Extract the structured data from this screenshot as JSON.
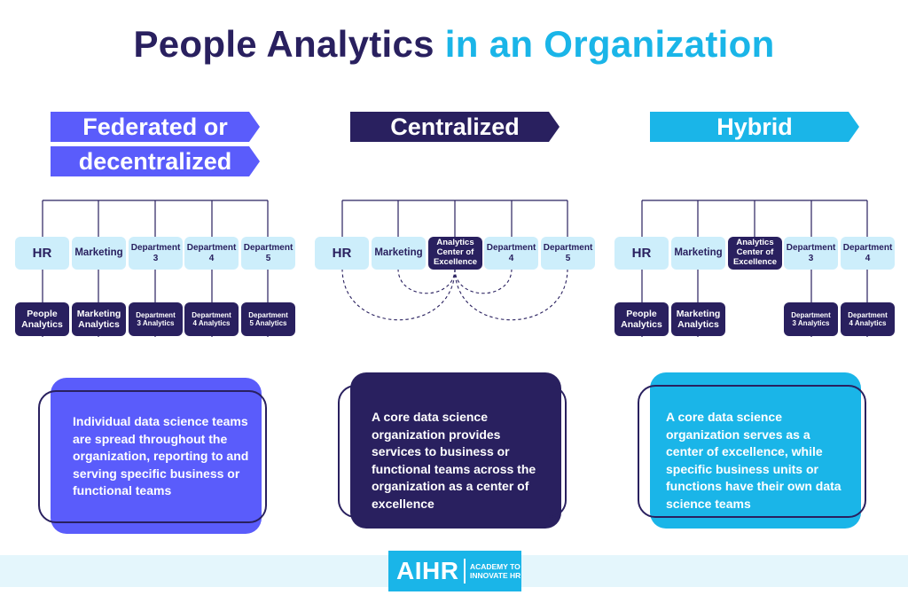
{
  "title": {
    "part1": "People Analytics",
    "part2": "in an Organization"
  },
  "colors": {
    "navy": "#29205f",
    "purple": "#5a5cfb",
    "cyan": "#1ab5e8",
    "light_blue": "#cdeefb",
    "band": "#e4f6fc"
  },
  "models": {
    "federated": {
      "banner_line1": "Federated or",
      "banner_line2": "decentralized",
      "units": [
        "HR",
        "Marketing",
        "Department 3",
        "Department 4",
        "Department 5"
      ],
      "analytics": [
        "People Analytics",
        "Marketing Analytics",
        "Department 3 Analytics",
        "Department 4 Analytics",
        "Department 5 Analytics"
      ],
      "description": "Individual data science teams are spread throughout the organization, reporting to and serving specific business or functional teams"
    },
    "centralized": {
      "banner": "Centralized",
      "units": [
        "HR",
        "Marketing",
        "Analytics Center of Excellence",
        "Department 4",
        "Department 5"
      ],
      "description": "A core data science organization provides services to business or functional teams across the organization as a center of excellence"
    },
    "hybrid": {
      "banner": "Hybrid",
      "units": [
        "HR",
        "Marketing",
        "Analytics Center of Excellence",
        "Department 3",
        "Department 4"
      ],
      "analytics": [
        "People Analytics",
        "Marketing Analytics",
        "Department 3 Analytics",
        "Department 4 Analytics"
      ],
      "description": "A core data science organization serves as a center of excellence, while specific business units or functions have their own data science teams"
    }
  },
  "footer": {
    "logo_mark": "AIHR",
    "logo_tag_line1": "ACADEMY TO",
    "logo_tag_line2": "INNOVATE HR"
  }
}
